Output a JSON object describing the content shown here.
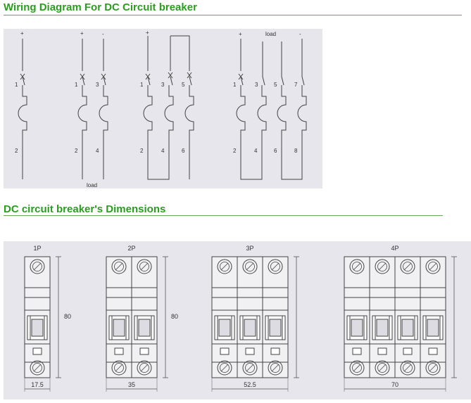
{
  "wiring": {
    "title": "Wiring Diagram For DC Circuit breaker",
    "load_label": "load",
    "plus": "+",
    "minus": "-",
    "diagrams": [
      {
        "id": "1p",
        "pole_numbers": [
          "1"
        ],
        "terminal_numbers": [
          "2"
        ]
      },
      {
        "id": "2p",
        "pole_numbers": [
          "1",
          "3"
        ],
        "terminal_numbers": [
          "2",
          "4"
        ]
      },
      {
        "id": "3p",
        "pole_numbers": [
          "1",
          "3",
          "5"
        ],
        "terminal_numbers": [
          "2",
          "4",
          "6"
        ]
      },
      {
        "id": "4p",
        "pole_numbers": [
          "1",
          "3",
          "5",
          "7"
        ],
        "terminal_numbers": [
          "2",
          "4",
          "6",
          "8"
        ]
      }
    ]
  },
  "dimensions": {
    "title": "DC circuit breaker's Dimensions",
    "height_label": "80",
    "breakers": [
      {
        "id": "1p",
        "label": "1P",
        "width_label": "17.5",
        "poles": 1
      },
      {
        "id": "2p",
        "label": "2P",
        "width_label": "35",
        "poles": 2
      },
      {
        "id": "3p",
        "label": "3P",
        "width_label": "52.5",
        "poles": 3
      },
      {
        "id": "4p",
        "label": "4P",
        "width_label": "70",
        "poles": 4
      }
    ]
  }
}
